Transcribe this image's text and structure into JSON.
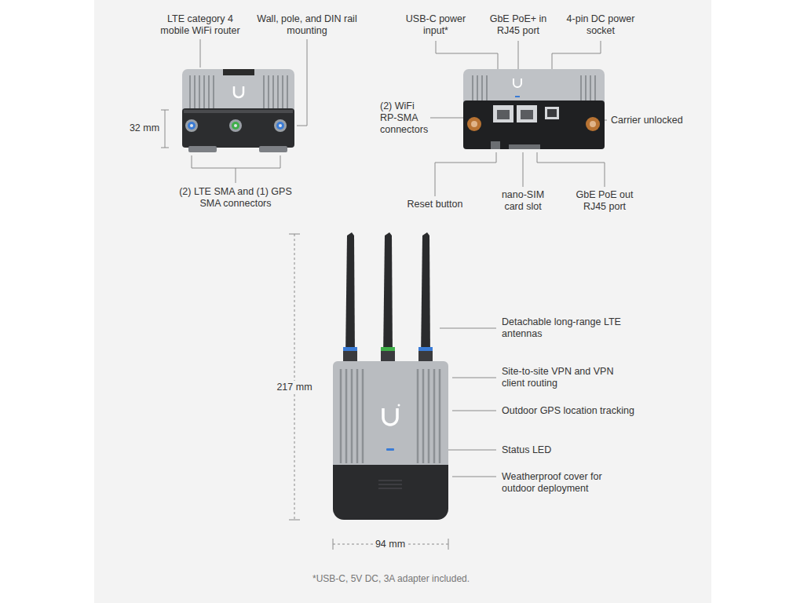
{
  "diagram": {
    "labels": [
      "LTE category 4 mobile WiFi router",
      "Wall, pole, and DIN rail mounting",
      "32 mm",
      "(2) LTE SMA and (1) GPS SMA connectors",
      "USB-C power input*",
      "GbE PoE+ in RJ45 port",
      "4-pin DC power socket",
      "(2) WiFi RP-SMA connectors",
      "Carrier unlocked",
      "Reset button",
      "nano-SIM card slot",
      "GbE PoE out RJ45 port",
      "217 mm",
      "Detachable long-range LTE antennas",
      "Site-to-site VPN and VPN client routing",
      "Outdoor GPS location tracking",
      "Status LED",
      "Weatherproof cover for outdoor deployment",
      "94 mm",
      "*USB-C, 5V DC, 3A adapter included."
    ]
  }
}
